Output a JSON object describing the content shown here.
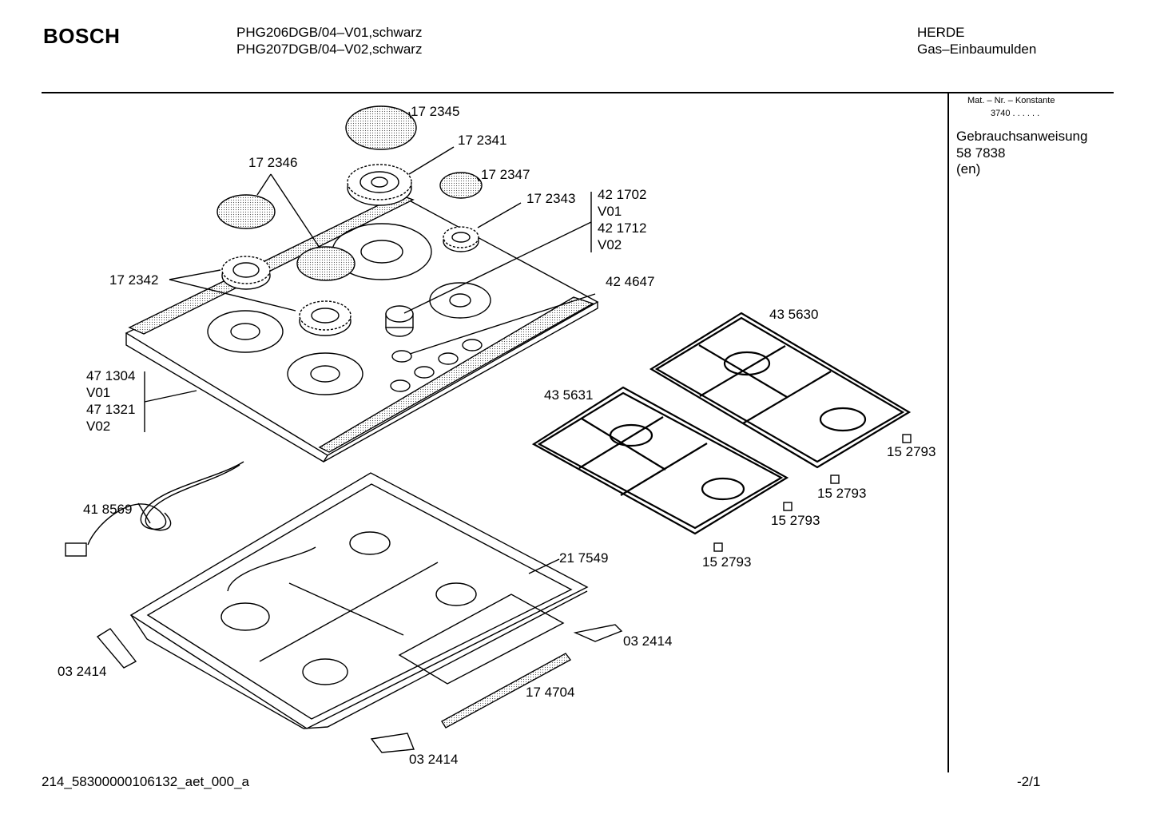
{
  "header": {
    "brand": "BOSCH",
    "models": [
      "PHG206DGB/04–V01,schwarz",
      "PHG207DGB/04–V02,schwarz"
    ],
    "category": "HERDE",
    "subcategory": "Gas–Einbaumulden"
  },
  "sidebar": {
    "mat_nr_label": "Mat. – Nr. – Konstante",
    "mat_nr_value": "3740  .  .     .  .  .  .",
    "manual_title": "Gebrauchsanweisung",
    "manual_number": "58 7838",
    "manual_lang": "(en)"
  },
  "parts": {
    "p172345": "17 2345",
    "p172341": "17 2341",
    "p172346": "17 2346",
    "p172347": "17 2347",
    "p172343": "17 2343",
    "p421702": "42 1702",
    "v01a": "V01",
    "p421712": "42 1712",
    "v02a": "V02",
    "p172342": "17 2342",
    "p424647": "42 4647",
    "p435630": "43 5630",
    "p435631": "43 5631",
    "p471304": "47 1304",
    "v01b": "V01",
    "p471321": "47 1321",
    "v02b": "V02",
    "p152793a": "15 2793",
    "p152793b": "15 2793",
    "p152793c": "15 2793",
    "p152793d": "15 2793",
    "p418569": "41 8569",
    "p217549": "21 7549",
    "p032414a": "03 2414",
    "p032414b": "03 2414",
    "p032414c": "03 2414",
    "p174704": "17 4704"
  },
  "footer": {
    "doc_id": "214_58300000106132_aet_000_a",
    "page": "-2/1"
  }
}
